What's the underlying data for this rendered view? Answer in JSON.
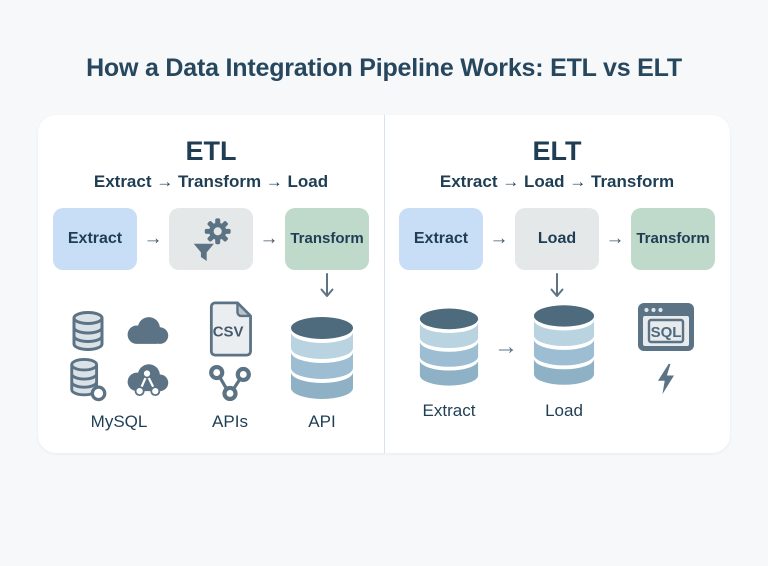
{
  "title": "How a Data Integration Pipeline Works: ETL vs ELT",
  "glyphs": {
    "arrow_right": "→"
  },
  "colors": {
    "background": "#f6f8fa",
    "card": "#ffffff",
    "divider": "#d9e2ea",
    "text_dark": "#1f3e54",
    "box_blue": "#c8def7",
    "box_gray": "#e4e8e8",
    "box_green": "#bfd9ca",
    "icon_slate": "#5b7384",
    "db_top": "#4e6a7d",
    "db_band_light": "#b9d3e1",
    "db_band_mid": "#9dbed2",
    "db_band_dark": "#8fb1c5"
  },
  "etl": {
    "heading": "ETL",
    "subtitle": "Extract → Transform → Load",
    "boxes": {
      "extract": "Extract",
      "transform": "Transform"
    },
    "csv_text": "CSV",
    "labels": {
      "sources": "MySQL",
      "apis": "APIs",
      "warehouse": "API"
    }
  },
  "elt": {
    "heading": "ELT",
    "subtitle": "Extract → Load → Transform",
    "boxes": {
      "extract": "Extract",
      "load": "Load",
      "transform": "Transform"
    },
    "labels": {
      "db_extract": "Extract",
      "db_load": "Load"
    },
    "sql_text": "SQL"
  }
}
